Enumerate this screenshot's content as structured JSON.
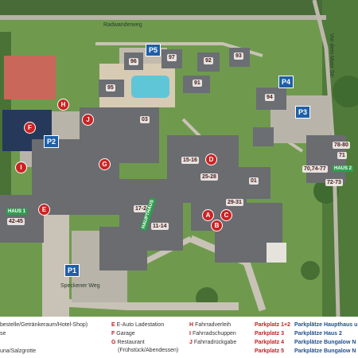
{
  "roads": {
    "radwanderweg": "Radwanderweg",
    "vor_dem_moor": "Vor dem Moor Str.",
    "speckener_weg": "Speckener Weg"
  },
  "buildings": [
    {
      "id": "b96",
      "label": "96"
    },
    {
      "id": "b97",
      "label": "97"
    },
    {
      "id": "b92",
      "label": "92"
    },
    {
      "id": "b93",
      "label": "93"
    },
    {
      "id": "b95",
      "label": "95"
    },
    {
      "id": "b91",
      "label": "91"
    },
    {
      "id": "b94",
      "label": "94"
    },
    {
      "id": "b03",
      "label": "03"
    },
    {
      "id": "b1516",
      "label": "15-16"
    },
    {
      "id": "b2528",
      "label": "25-28"
    },
    {
      "id": "b01",
      "label": "01"
    },
    {
      "id": "b7880",
      "label": "78-80"
    },
    {
      "id": "b71",
      "label": "71"
    },
    {
      "id": "b7074",
      "label": "70,74-77"
    },
    {
      "id": "b7273",
      "label": "72-73"
    },
    {
      "id": "b4245",
      "label": "42-45"
    },
    {
      "id": "b1724",
      "label": "17-24"
    },
    {
      "id": "b1114",
      "label": "11-14"
    },
    {
      "id": "b2931",
      "label": "29-31"
    }
  ],
  "markers": {
    "A": "A",
    "B": "B",
    "C": "C",
    "D": "D",
    "E": "E",
    "F": "F",
    "G": "G",
    "H": "H",
    "I": "I",
    "J": "J"
  },
  "parking": {
    "p1": "P1",
    "p2": "P2",
    "p3": "P3",
    "p4": "P4",
    "p5": "P5"
  },
  "houses": {
    "haus1": "HAUS 1",
    "haus2": "HAUS 2",
    "haupthaus": "HAUPTHAUS"
  },
  "legend": {
    "col1": [
      "bestelle/Getränkeraum/Hotel-Shop)",
      "se",
      "una/Salzgrotte"
    ],
    "col2": [
      {
        "key": "E",
        "text": "E-Auto Ladestation"
      },
      {
        "key": "F",
        "text": "Garage"
      },
      {
        "key": "G",
        "text": "Restaurant"
      },
      {
        "key": "",
        "text": "(Frühstück/Abendessen)"
      }
    ],
    "col3": [
      {
        "key": "H",
        "text": "Fahrradverleih"
      },
      {
        "key": "I",
        "text": "Fahrradschuppen"
      },
      {
        "key": "J",
        "text": "Fahrradrückgabe"
      }
    ],
    "col4": [
      "Parkplatz 1+2",
      "Parkplatz 3",
      "Parkplatz 4",
      "Parkplatz 5"
    ],
    "col5": [
      "Parkplätze Haupthaus u",
      "Parkplätze Haus 2",
      "Parkplätze Bungalow N",
      "Parkplätze Bungalow N"
    ]
  },
  "colors": {
    "grass": "#6f9a4e",
    "path": "#c9c2b6",
    "roof": "#6b6e73",
    "pool": "#5fc6d8",
    "marker": "#cc2222",
    "parking": "#1f5fa8",
    "haus": "#2e9e4e",
    "legend_red": "#c22020",
    "legend_blue": "#1f4f8f"
  }
}
